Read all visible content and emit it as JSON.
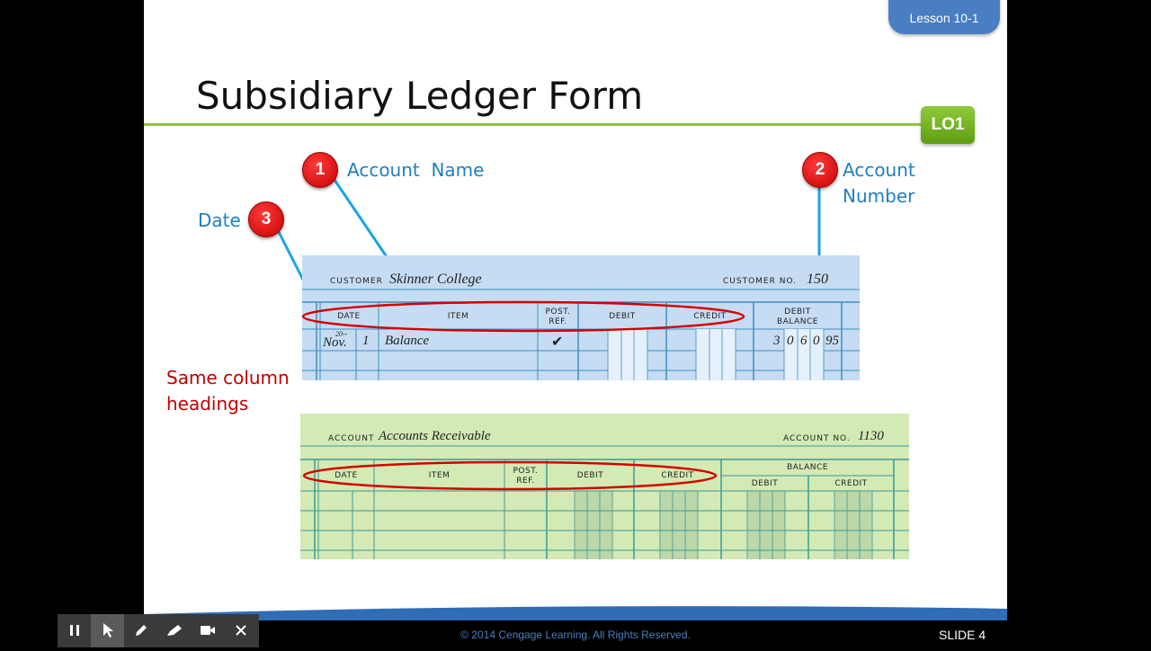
{
  "slide": {
    "lesson_tab": "Lesson 10-1",
    "title": "Subsidiary Ledger Form",
    "lo_badge": "LO1",
    "callouts": {
      "c1": {
        "number": "1",
        "label": "Account  Name"
      },
      "c2": {
        "number": "2",
        "label_line1": "Account",
        "label_line2": "Number"
      },
      "c3": {
        "number": "3",
        "label": "Date"
      }
    },
    "same_columns_line1": "Same column",
    "same_columns_line2": "headings"
  },
  "customer_form": {
    "customer_label": "CUSTOMER",
    "customer_name": "Skinner College",
    "customer_no_label": "CUSTOMER NO.",
    "customer_no": "150",
    "headers": {
      "date": "DATE",
      "item": "ITEM",
      "post_ref_1": "POST.",
      "post_ref_2": "REF.",
      "debit": "DEBIT",
      "credit": "CREDIT",
      "debit_balance_1": "DEBIT",
      "debit_balance_2": "BALANCE"
    },
    "row": {
      "year": "20--",
      "month": "Nov.",
      "day": "1",
      "item": "Balance",
      "post_ref": "✔",
      "balance_digits": [
        "3",
        "0",
        "6",
        "0",
        "95"
      ]
    }
  },
  "account_form": {
    "account_label": "ACCOUNT",
    "account_name": "Accounts Receivable",
    "account_no_label": "ACCOUNT NO.",
    "account_no": "1130",
    "headers": {
      "date": "DATE",
      "item": "ITEM",
      "post_ref_1": "POST.",
      "post_ref_2": "REF.",
      "debit": "DEBIT",
      "credit": "CREDIT",
      "balance": "BALANCE",
      "bal_debit": "DEBIT",
      "bal_credit": "CREDIT"
    }
  },
  "footer": {
    "copyright": "© 2014 Cengage Learning. All Rights Reserved.",
    "slide_number": "SLIDE 4"
  },
  "toolbar": {
    "pause_icon": "pause-icon",
    "pointer_icon": "pointer-icon",
    "pen_icon": "pen-icon",
    "highlighter_icon": "highlighter-icon",
    "camera_icon": "camera-icon",
    "close_icon": "close-icon"
  },
  "colors": {
    "accent_blue": "#1f7fbf",
    "red": "#c00000",
    "green_line": "#8cc63f",
    "customer_form_bg": "#c6dcf3",
    "account_form_bg": "#d3eab4"
  }
}
